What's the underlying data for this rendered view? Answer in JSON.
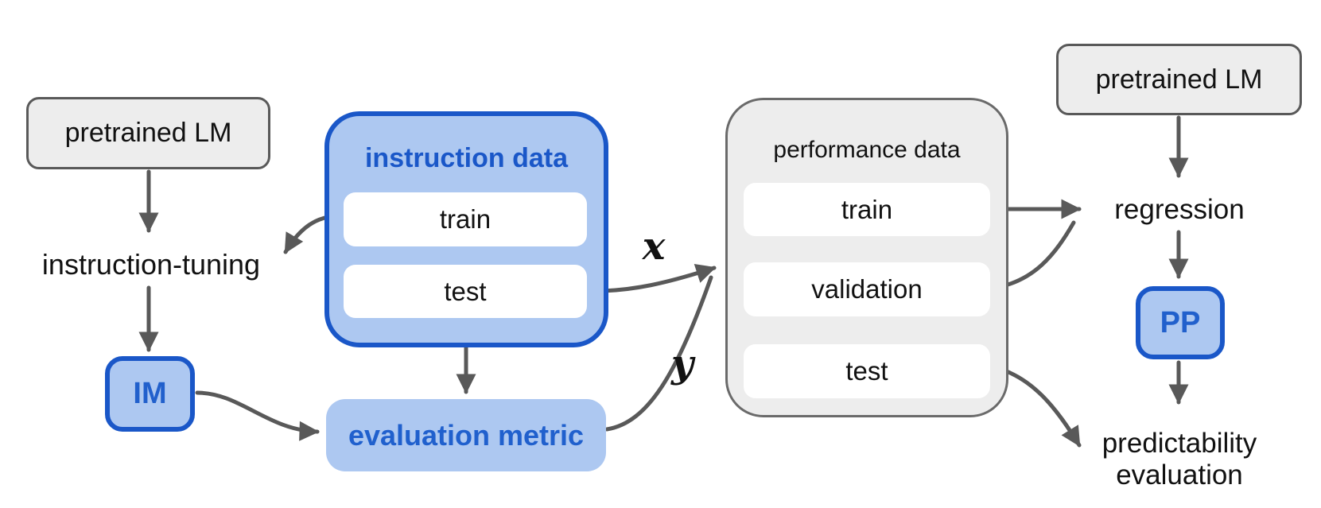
{
  "diagram": {
    "left_pipeline": {
      "pretrained_lm": "pretrained LM",
      "instruction_tuning": "instruction-tuning",
      "im": "IM"
    },
    "instruction_data": {
      "title": "instruction data",
      "train": "train",
      "test": "test"
    },
    "evaluation_metric": "evaluation metric",
    "edge_labels": {
      "x": "x",
      "y": "y"
    },
    "performance_data": {
      "title": "performance data",
      "train": "train",
      "validation": "validation",
      "test": "test"
    },
    "right_pipeline": {
      "pretrained_lm": "pretrained LM",
      "regression": "regression",
      "pp": "PP",
      "predictability_line1": "predictability",
      "predictability_line2": "evaluation"
    },
    "colors": {
      "blue_border": "#1a57c8",
      "blue_fill": "#adc8f1",
      "blue_text": "#2160cc",
      "gray_fill": "#ededed",
      "gray_border": "#595959",
      "arrow": "#595959",
      "background": "#ffffff",
      "item_fill": "#ffffff",
      "text": "#111111"
    }
  }
}
